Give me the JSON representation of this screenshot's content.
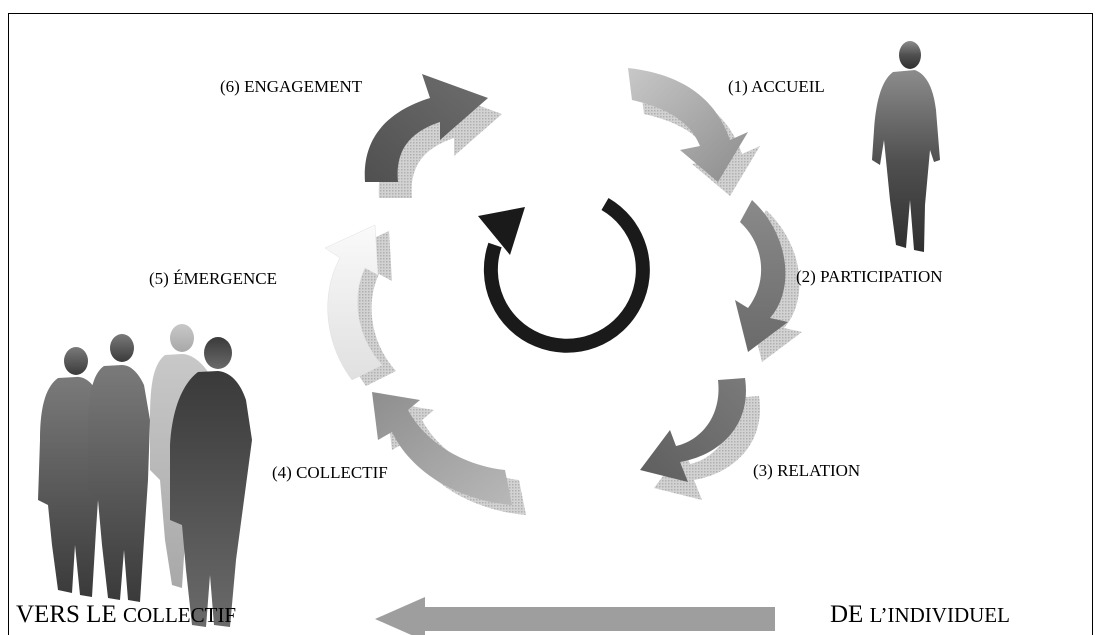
{
  "steps": [
    {
      "num": "(1)",
      "label": "ACCUEIL",
      "color": "#9a9a9a"
    },
    {
      "num": "(2)",
      "label": "PARTICIPATION",
      "color": "#7e7e7e"
    },
    {
      "num": "(3)",
      "label": "RELATION",
      "color": "#707070"
    },
    {
      "num": "(4)",
      "label": "COLLECTIF",
      "color": "#a0a0a0"
    },
    {
      "num": "(5)",
      "label": "ÉMERGENCE",
      "color": "#e8e8e8"
    },
    {
      "num": "(6)",
      "label": "ENGAGEMENT",
      "color": "#555555"
    }
  ],
  "footer": {
    "left_a": "VERS LE ",
    "left_b": "COLLECTIF",
    "right_a": "DE ",
    "right_b": "L’INDIVIDUEL"
  },
  "colors": {
    "center_cycle": "#1a1a1a",
    "bottom_arrow": "#9e9e9e"
  }
}
